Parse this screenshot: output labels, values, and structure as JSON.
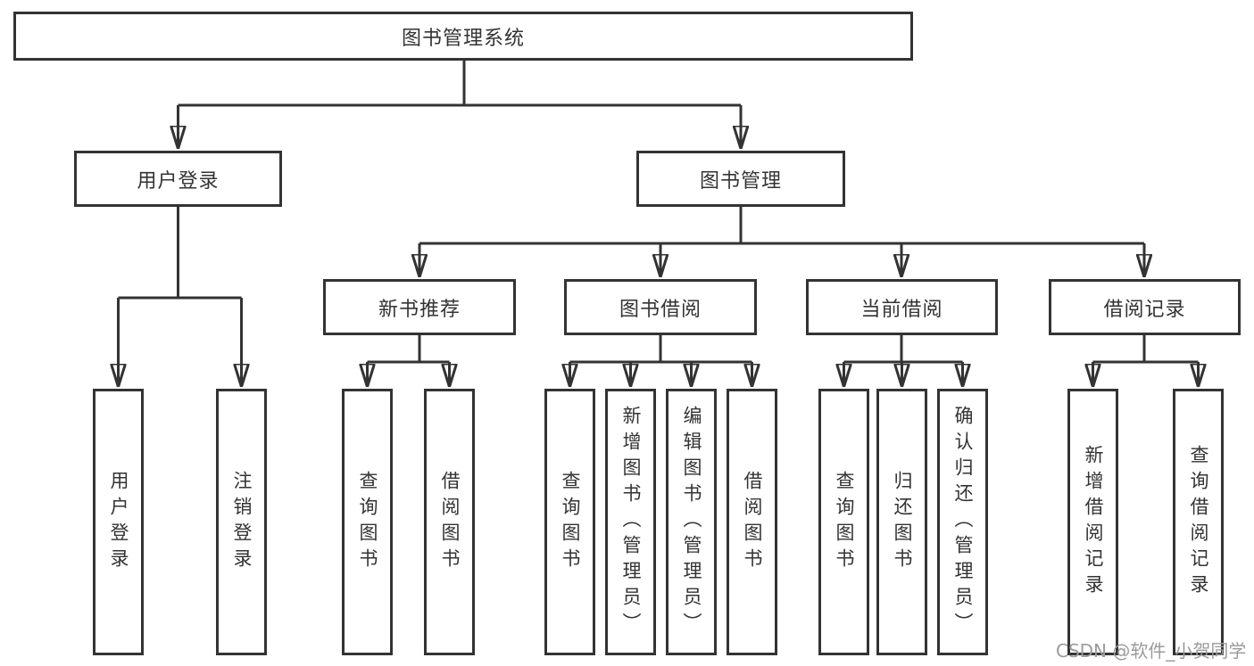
{
  "tree": {
    "root": {
      "label": "图书管理系统"
    },
    "level2": [
      {
        "label": "用户登录",
        "children": [
          "用户登录",
          "注销登录"
        ]
      },
      {
        "label": "图书管理"
      }
    ],
    "level3": [
      {
        "label": "新书推荐",
        "children": [
          "查询图书",
          "借阅图书"
        ]
      },
      {
        "label": "图书借阅",
        "children": [
          "查询图书",
          "新增图书（管理员）",
          "编辑图书（管理员）",
          "借阅图书"
        ]
      },
      {
        "label": "当前借阅",
        "children": [
          "查询图书",
          "归还图书",
          "确认归还（管理员）"
        ]
      },
      {
        "label": "借阅记录",
        "children": [
          "新增借阅记录",
          "查询借阅记录"
        ]
      }
    ]
  },
  "watermark": {
    "text": "CSDN @软件_小贺同学"
  },
  "colors": {
    "line": "#333333",
    "box_border": "#333333",
    "text": "#333333",
    "watermark": "#9b9b9b",
    "background": "#ffffff"
  }
}
